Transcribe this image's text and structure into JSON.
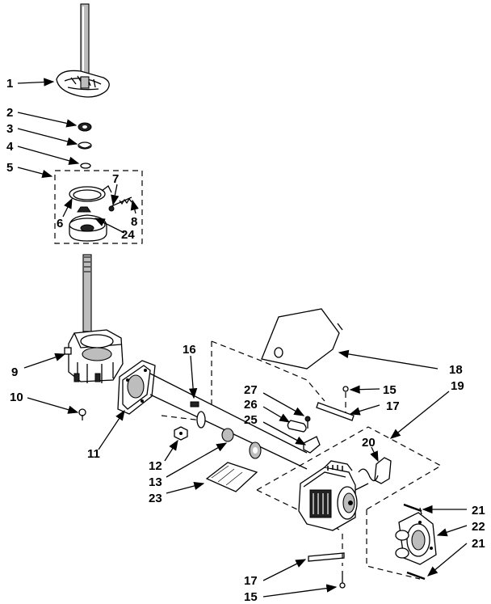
{
  "diagram": {
    "labels": [
      "1",
      "2",
      "3",
      "4",
      "5",
      "6",
      "7",
      "8",
      "24",
      "9",
      "10",
      "11",
      "12",
      "13",
      "23",
      "16",
      "18",
      "15",
      "17",
      "19",
      "27",
      "26",
      "25",
      "20",
      "21",
      "22",
      "21",
      "17",
      "15"
    ]
  }
}
